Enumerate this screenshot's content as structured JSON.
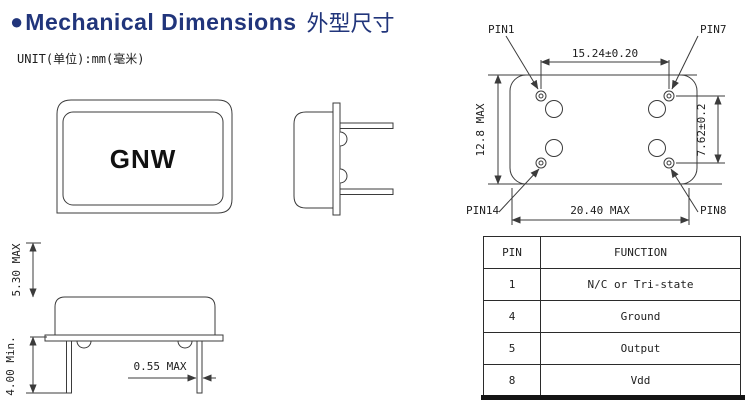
{
  "title": {
    "bullet": "●",
    "en": "Mechanical Dimensions",
    "zh": "外型尺寸"
  },
  "unit_label": "UNIT(单位):mm(毫米)",
  "top_view": {
    "brand": "GNW"
  },
  "footprint": {
    "pin_labels": {
      "pin1": "PIN1",
      "pin7": "PIN7",
      "pin14": "PIN14",
      "pin8": "PIN8"
    },
    "dims": {
      "pin_pitch_x": "15.24±0.20",
      "body_height": "12.8 MAX",
      "pin_pitch_y": "7.62±0.2",
      "body_width": "20.40 MAX"
    }
  },
  "profile": {
    "dims": {
      "body_height": "5.30 MAX",
      "pin_length": "4.00 Min.",
      "pin_width": "0.55 MAX"
    }
  },
  "pin_table": {
    "headers": {
      "pin": "PIN",
      "function": "FUNCTION"
    },
    "rows": [
      {
        "pin": "1",
        "function": "N/C or Tri-state"
      },
      {
        "pin": "4",
        "function": "Ground"
      },
      {
        "pin": "5",
        "function": "Output"
      },
      {
        "pin": "8",
        "function": "Vdd"
      }
    ]
  },
  "colors": {
    "title": "#21357b",
    "line": "#3b3b3b"
  }
}
